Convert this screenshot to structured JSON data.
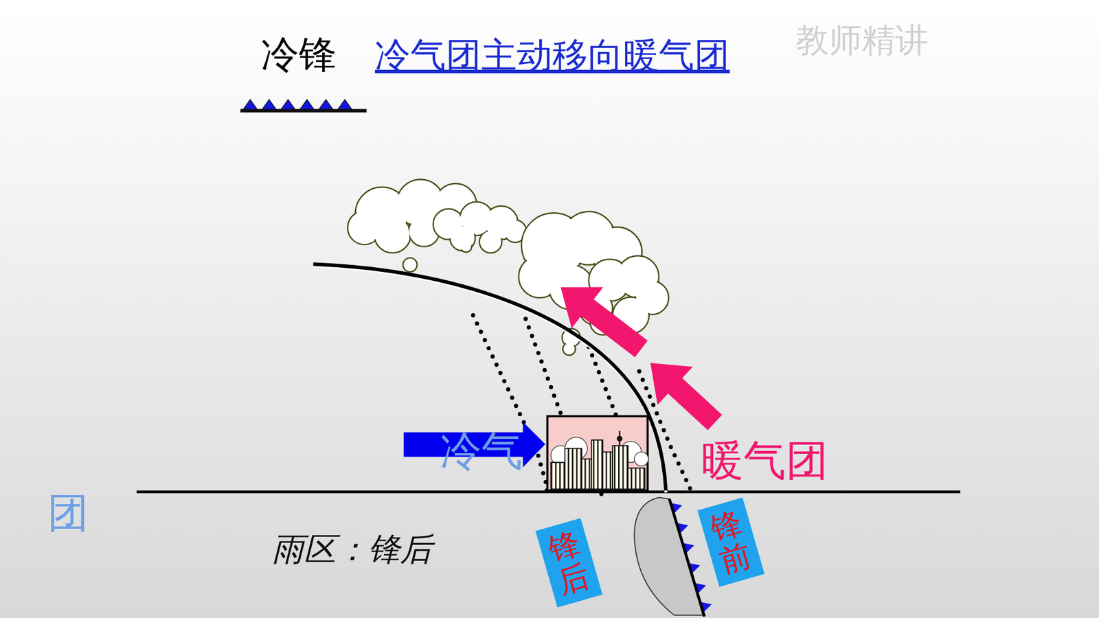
{
  "diagram": {
    "title": "冷锋",
    "nodes": [
      {
        "text": [
          "锋后"
        ]
      },
      {
        "text": [
          "锋前"
        ]
      }
    ],
    "labels": [
      "冷气团主动移向暖气团",
      "教师精讲",
      "冷气",
      "团",
      "暖气团",
      "雨区：锋后"
    ]
  }
}
